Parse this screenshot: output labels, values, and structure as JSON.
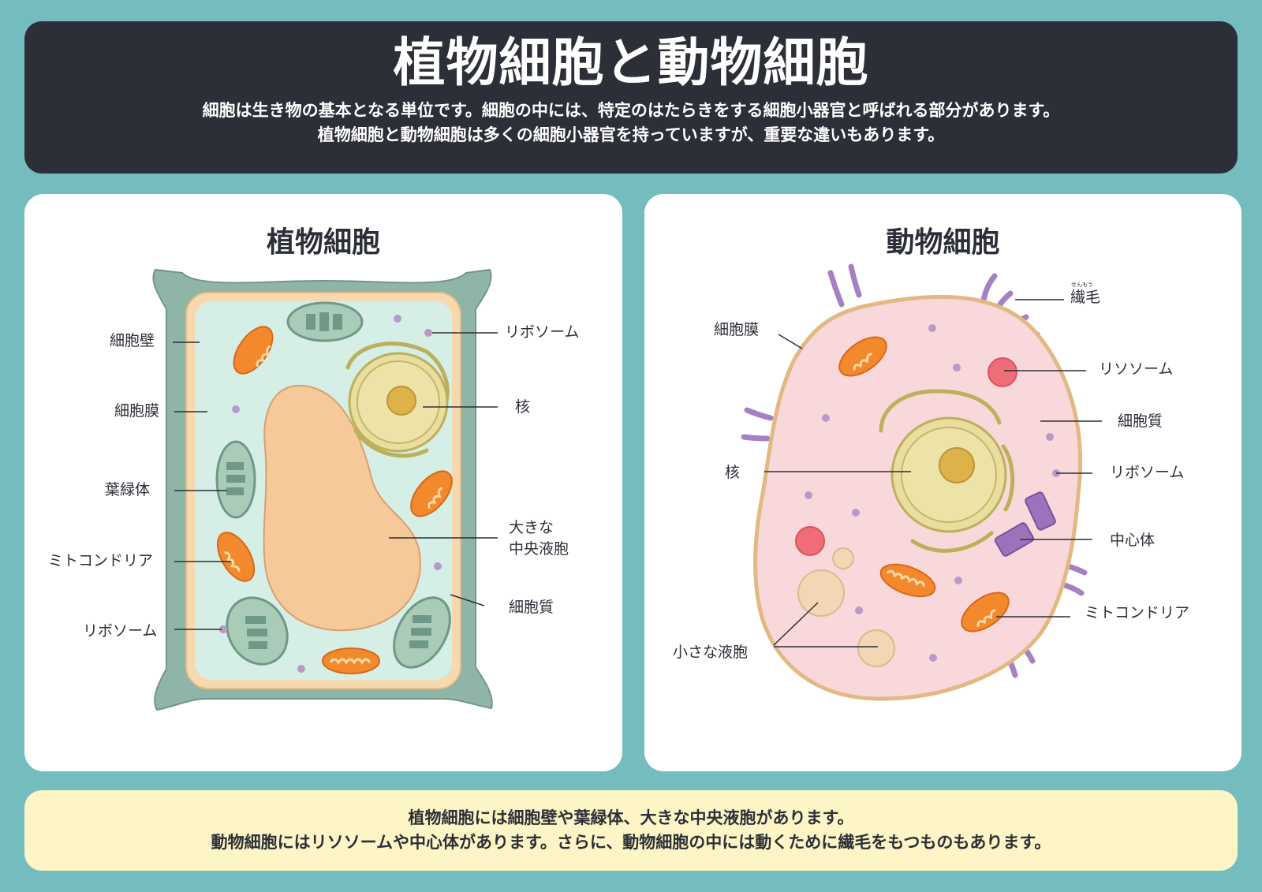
{
  "header": {
    "title": "植物細胞と動物細胞",
    "description_line1": "細胞は生き物の基本となる単位です。細胞の中には、特定のはたらきをする細胞小器官と呼ばれる部分があります。",
    "description_line2": "植物細胞と動物細胞は多くの細胞小器官を持っていますが、重要な違いもあります。"
  },
  "plant": {
    "title": "植物細胞",
    "labels": {
      "cell_wall": "細胞壁",
      "cell_membrane": "細胞膜",
      "chloroplast": "葉緑体",
      "mitochondria": "ミトコンドリア",
      "ribosome_left": "リボソーム",
      "ribosome_right": "リボソーム",
      "nucleus": "核",
      "vacuole_line1": "大きな",
      "vacuole_line2": "中央液胞",
      "cytoplasm": "細胞質"
    }
  },
  "animal": {
    "title": "動物細胞",
    "labels": {
      "cilia": "繊毛",
      "cilia_ruby": "せんもう",
      "cell_membrane": "細胞膜",
      "lysosome": "リソソーム",
      "cytoplasm": "細胞質",
      "ribosome": "リボソーム",
      "nucleus": "核",
      "centrosome": "中心体",
      "mitochondria": "ミトコンドリア",
      "small_vacuole": "小さな液胞"
    }
  },
  "footer": {
    "line1": "植物細胞には細胞壁や葉緑体、大きな中央液胞があります。",
    "line2": "動物細胞にはリソソームや中心体があります。さらに、動物細胞の中には動くために繊毛をもつものもあります。"
  },
  "colors": {
    "background": "#75bcbf",
    "header_bg": "#2c2f38",
    "footer_bg": "#fdf5c5",
    "cell_wall": "#8fb5a6",
    "plant_cytoplasm": "#d5efe6",
    "animal_cytoplasm": "#f9d8dc",
    "vacuole": "#f5c99a",
    "nucleus": "#e9dda0",
    "mitochondria": "#f28a2d",
    "lysosome": "#ee6d77",
    "ribosome": "#b999c9",
    "cilia": "#a681c2"
  }
}
